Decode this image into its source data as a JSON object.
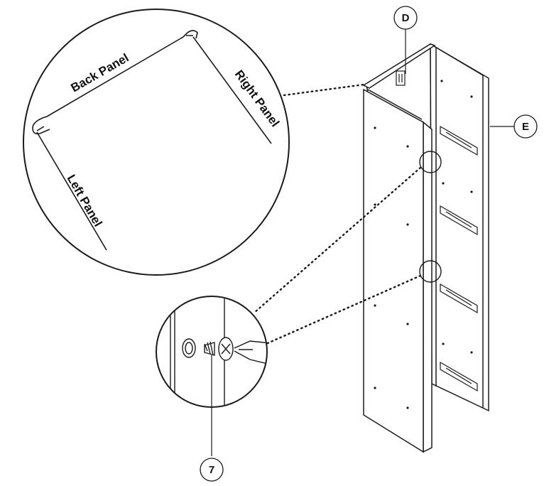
{
  "detail_top": {
    "back_panel_label": "Back Panel",
    "right_panel_label": "Right Panel",
    "left_panel_label": "Left Panel"
  },
  "callouts": {
    "part_d": "D",
    "part_e": "E",
    "hardware_7": "7"
  },
  "colors": {
    "line": "#1a1a1a",
    "background": "#ffffff"
  }
}
